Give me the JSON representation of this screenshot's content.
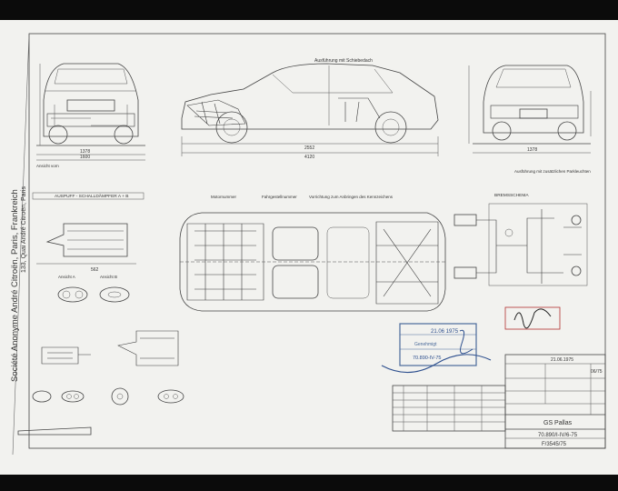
{
  "company": {
    "line1": "Société Anonyme André Citroën, Paris, Frankreich",
    "line2": "133, Quai André Citroën, Paris"
  },
  "views": {
    "side_label": "Ausführung mit Schiebedach",
    "side_dim_1": "2552",
    "side_dim_2": "4120",
    "front_left_dim": "1378",
    "front_left_dim2": "1600",
    "rear_right_dim": "1378",
    "front_left_caption": "Ansicht vorn",
    "rear_right_caption": "Ausführung mit zusätzlichen Parkleuchten",
    "motor_label": "Motornummer",
    "chassis_label": "Fahrgestellnummer",
    "plate_label": "Vorrichtung zum Anbringen des Kennzeichens",
    "brake_label": "BREMSSCHEMA"
  },
  "exhaust": {
    "title": "AUSPUFF - SCHALLDÄMPFER A + B",
    "detail_a": "Ansicht A",
    "detail_b": "Ansicht B",
    "dim_main": "562"
  },
  "stamp": {
    "date_handwritten": "21.06 1975",
    "approval": "Genehmigt",
    "number_handwritten": "70.890-IV-75"
  },
  "title_block": {
    "date": "21.06.1975",
    "model": "GS Pallas",
    "drawing_no": "70.890/I-IV/6-75",
    "ref_no": "F/3545/75",
    "corner_no": "06/75"
  }
}
